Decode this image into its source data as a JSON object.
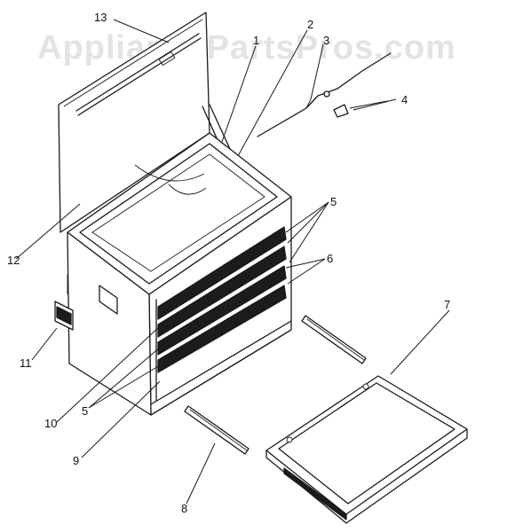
{
  "watermark": "AppliancePartsPros.com",
  "callouts": {
    "c13": "13",
    "c1": "1",
    "c2": "2",
    "c3": "3",
    "c4": "4",
    "c5a": "5",
    "c6": "6",
    "c7": "7",
    "c12": "12",
    "c11": "11",
    "c10": "10",
    "c5b": "5",
    "c9": "9",
    "c8": "8"
  },
  "colors": {
    "line": "#1a1a1a",
    "watermark": "#e3e3e3",
    "background": "#ffffff"
  }
}
